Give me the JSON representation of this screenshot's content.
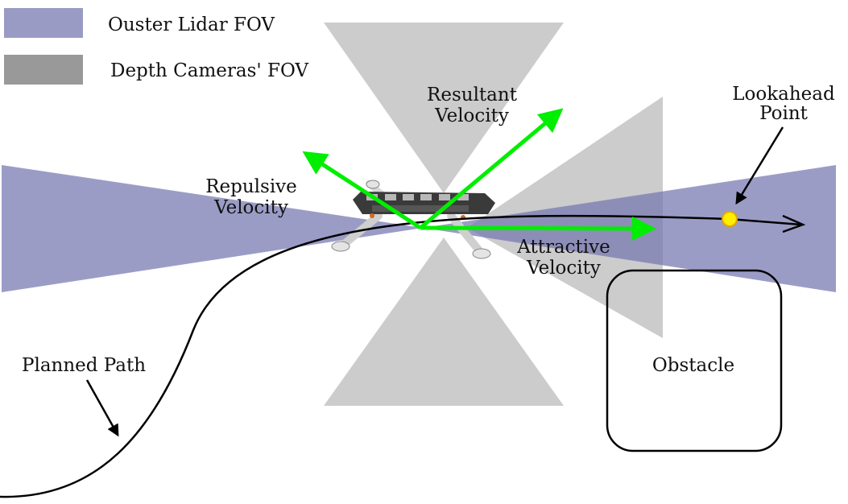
{
  "legend": {
    "lidar_label": "Ouster Lidar FOV",
    "depth_label": "Depth Cameras' FOV"
  },
  "labels": {
    "resultant_line1": "Resultant",
    "resultant_line2": "Velocity",
    "repulsive_line1": "Repulsive",
    "repulsive_line2": "Velocity",
    "attractive_line1": "Attractive",
    "attractive_line2": "Velocity",
    "lookahead_line1": "Lookahead",
    "lookahead_line2": "Point",
    "planned_path": "Planned Path",
    "obstacle": "Obstacle"
  },
  "colors": {
    "lidar_fov": "#9a9bc4",
    "depth_fov": "#cccccc",
    "depth_legend": "#999999",
    "velocity_arrow": "#00ee00",
    "lookahead_point": "#ffee00",
    "path": "#000000",
    "path_overlap": "#06063a"
  },
  "icons": {
    "drone": "quadrotor-drone-icon"
  }
}
